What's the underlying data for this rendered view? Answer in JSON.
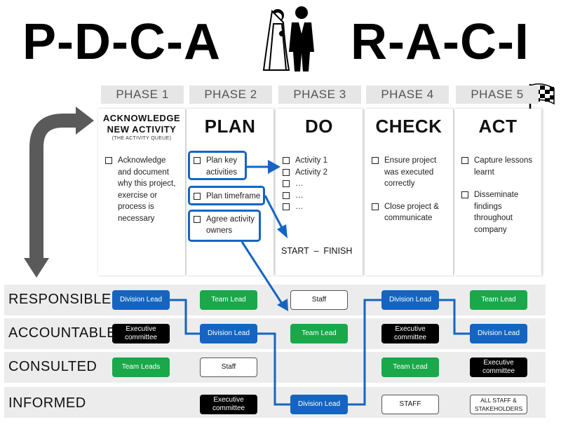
{
  "title": {
    "left": "P-D-C-A",
    "right": "R-A-C-I"
  },
  "phases": [
    "PHASE 1",
    "PHASE 2",
    "PHASE 3",
    "PHASE 4",
    "PHASE 5"
  ],
  "columns": [
    {
      "head1": "ACKNOWLEDGE",
      "head2": "NEW ACTIVITY",
      "sub": "(THE ACTIVITY QUEUE)",
      "items": [
        "Acknowledge and document why this project, exercise or process is necessary"
      ]
    },
    {
      "head": "PLAN",
      "items": [
        "Plan key activities",
        "Plan timeframe",
        "Agree activity owners"
      ]
    },
    {
      "head": "DO",
      "items": [
        "Activity 1",
        "Activity 2",
        "…",
        "…",
        "…"
      ],
      "footer": "START  –  FINISH"
    },
    {
      "head": "CHECK",
      "items": [
        "Ensure project was executed correctly",
        "Close project & communicate"
      ]
    },
    {
      "head": "ACT",
      "items": [
        "Capture lessons learnt",
        "Disseminate findings throughout company"
      ]
    }
  ],
  "raci": {
    "labels": [
      "RESPONSIBLE",
      "ACCOUNTABLE",
      "CONSULTED",
      "INFORMED"
    ],
    "responsible": [
      "Division Lead",
      "Team Lead",
      "Staff",
      "Division Lead",
      "Team Lead"
    ],
    "accountable": [
      "Executive committee",
      "Division Lead",
      "Team Lead",
      "Executive committee",
      "Division Lead"
    ],
    "consulted": [
      "Team Leads",
      "Staff",
      "Team Lead",
      "Executive committee"
    ],
    "informed": [
      "Executive committee",
      "Division Lead",
      "STAFF",
      "ALL STAFF & STAKEHOLDERS"
    ]
  },
  "colors": {
    "blue": "#1565c0",
    "green": "#1aa84a",
    "black": "#000000",
    "tab": "#e6e6e6",
    "row": "#ececec"
  },
  "icons": [
    "bride-groom-icon",
    "checkered-flag-icon",
    "curved-arrow-icon"
  ]
}
